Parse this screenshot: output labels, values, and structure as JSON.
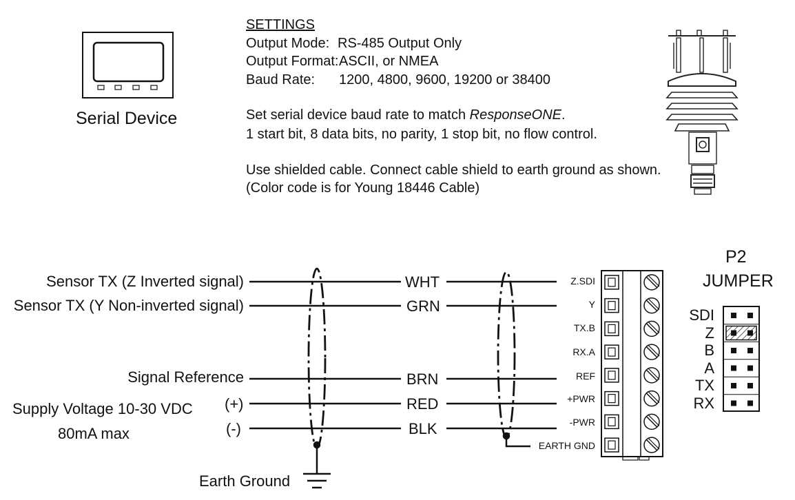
{
  "serial_device": {
    "label": "Serial Device"
  },
  "settings": {
    "heading": "SETTINGS",
    "rows": [
      {
        "key": "Output Mode:",
        "value": "RS-485 Output Only"
      },
      {
        "key": "Output Format:",
        "value": "ASCII, or NMEA"
      },
      {
        "key": "Baud Rate:",
        "value": "1200, 4800, 9600, 19200 or 38400"
      }
    ],
    "note1_prefix": "Set serial device baud rate to match ",
    "note1_italic": "ResponseONE",
    "note1_suffix": ".",
    "note2": "1 start bit, 8 data bits, no parity, 1 stop bit, no flow control.",
    "note3": "Use shielded cable. Connect cable shield to earth ground as shown.",
    "note4": "(Color code is for Young 18446 Cable)"
  },
  "signals": [
    {
      "label": "Sensor TX (Z Inverted signal)",
      "color": "WHT",
      "terminal": "Z.SDI"
    },
    {
      "label": "Sensor TX (Y Non-inverted signal)",
      "color": "GRN",
      "terminal": "Y"
    },
    {
      "label": "",
      "color": "",
      "terminal": "TX.B"
    },
    {
      "label": "",
      "color": "",
      "terminal": "RX.A"
    },
    {
      "label": "Signal Reference",
      "color": "BRN",
      "terminal": "REF"
    },
    {
      "label": "(+)",
      "color": "RED",
      "terminal": "+PWR"
    },
    {
      "label": "(-)",
      "color": "BLK",
      "terminal": "-PWR"
    },
    {
      "label": "",
      "color": "",
      "terminal": "EARTH GND"
    }
  ],
  "supply": {
    "line1": "Supply Voltage 10-30 VDC",
    "line2": "80mA max"
  },
  "earth_ground": {
    "label": "Earth Ground"
  },
  "jumper": {
    "title1": "P2",
    "title2": "JUMPER",
    "rows": [
      "SDI",
      "Z",
      "B",
      "A",
      "TX",
      "RX"
    ],
    "jumpered_row": "Z"
  }
}
